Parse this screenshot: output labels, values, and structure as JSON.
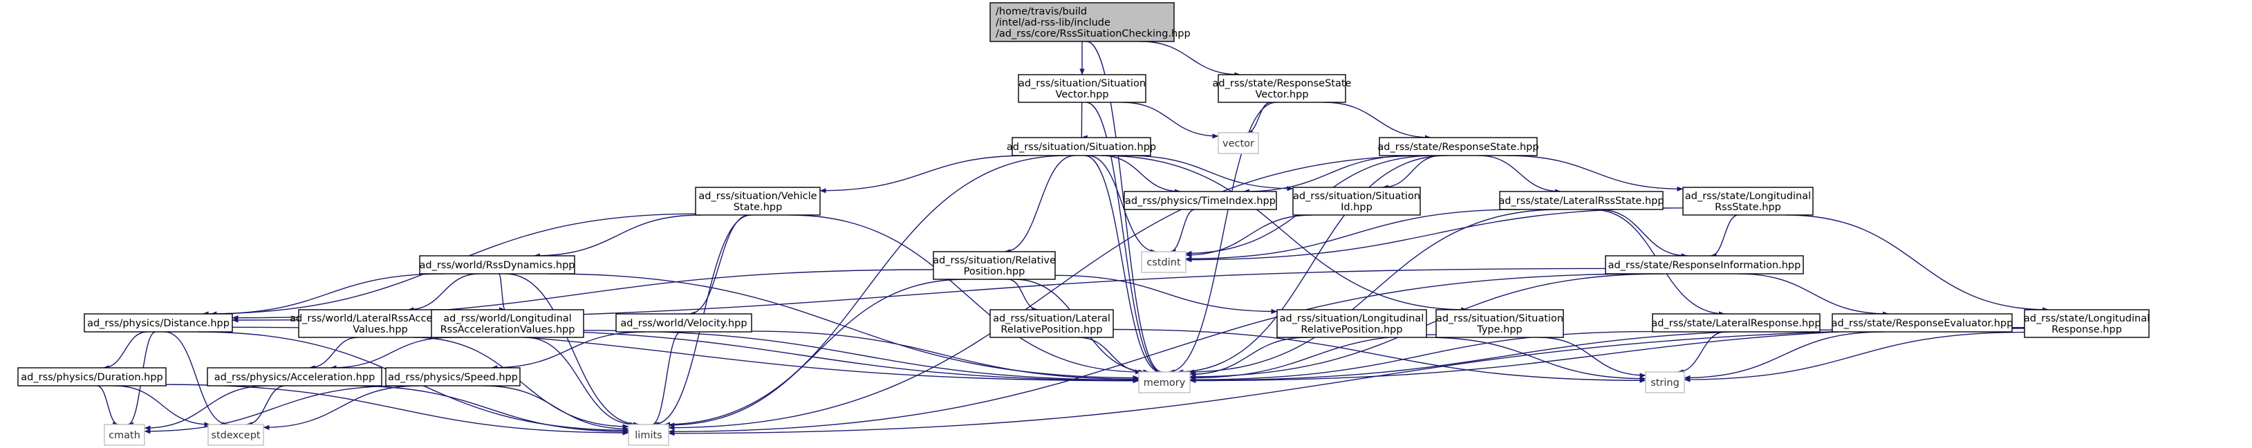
{
  "graph": {
    "nodes": [
      {
        "id": "root",
        "lines": [
          "/home/travis/build",
          "/intel/ad-rss-lib/include",
          "/ad_rss/core/RssSituationChecking.hpp"
        ],
        "kind": "root"
      },
      {
        "id": "sitvec",
        "lines": [
          "ad_rss/situation/Situation",
          "Vector.hpp"
        ],
        "kind": "header"
      },
      {
        "id": "rsvec",
        "lines": [
          "ad_rss/state/ResponseState",
          "Vector.hpp"
        ],
        "kind": "header"
      },
      {
        "id": "vector",
        "lines": [
          "vector"
        ],
        "kind": "system"
      },
      {
        "id": "situation",
        "lines": [
          "ad_rss/situation/Situation.hpp"
        ],
        "kind": "header"
      },
      {
        "id": "respstate",
        "lines": [
          "ad_rss/state/ResponseState.hpp"
        ],
        "kind": "header"
      },
      {
        "id": "vehstate",
        "lines": [
          "ad_rss/situation/Vehicle",
          "State.hpp"
        ],
        "kind": "header"
      },
      {
        "id": "timeindex",
        "lines": [
          "ad_rss/physics/TimeIndex.hpp"
        ],
        "kind": "header"
      },
      {
        "id": "sitid",
        "lines": [
          "ad_rss/situation/Situation",
          "Id.hpp"
        ],
        "kind": "header"
      },
      {
        "id": "latrss",
        "lines": [
          "ad_rss/state/LateralRssState.hpp"
        ],
        "kind": "header"
      },
      {
        "id": "longrss",
        "lines": [
          "ad_rss/state/Longitudinal",
          "RssState.hpp"
        ],
        "kind": "header"
      },
      {
        "id": "cstdint",
        "lines": [
          "cstdint"
        ],
        "kind": "system"
      },
      {
        "id": "rssdyn",
        "lines": [
          "ad_rss/world/RssDynamics.hpp"
        ],
        "kind": "header"
      },
      {
        "id": "relpos",
        "lines": [
          "ad_rss/situation/Relative",
          "Position.hpp"
        ],
        "kind": "header"
      },
      {
        "id": "respinfo",
        "lines": [
          "ad_rss/state/ResponseInformation.hpp"
        ],
        "kind": "header"
      },
      {
        "id": "distance",
        "lines": [
          "ad_rss/physics/Distance.hpp"
        ],
        "kind": "header"
      },
      {
        "id": "latacc",
        "lines": [
          "ad_rss/world/LateralRssAcceleration",
          "Values.hpp"
        ],
        "kind": "header"
      },
      {
        "id": "longacc",
        "lines": [
          "ad_rss/world/Longitudinal",
          "RssAccelerationValues.hpp"
        ],
        "kind": "header"
      },
      {
        "id": "velocity",
        "lines": [
          "ad_rss/world/Velocity.hpp"
        ],
        "kind": "header"
      },
      {
        "id": "latrelpos",
        "lines": [
          "ad_rss/situation/Lateral",
          "RelativePosition.hpp"
        ],
        "kind": "header"
      },
      {
        "id": "longrelpos",
        "lines": [
          "ad_rss/situation/Longitudinal",
          "RelativePosition.hpp"
        ],
        "kind": "header"
      },
      {
        "id": "sittype",
        "lines": [
          "ad_rss/situation/Situation",
          "Type.hpp"
        ],
        "kind": "header"
      },
      {
        "id": "latresp",
        "lines": [
          "ad_rss/state/LateralResponse.hpp"
        ],
        "kind": "header"
      },
      {
        "id": "respeval",
        "lines": [
          "ad_rss/state/ResponseEvaluator.hpp"
        ],
        "kind": "header"
      },
      {
        "id": "longresp",
        "lines": [
          "ad_rss/state/Longitudinal",
          "Response.hpp"
        ],
        "kind": "header"
      },
      {
        "id": "duration",
        "lines": [
          "ad_rss/physics/Duration.hpp"
        ],
        "kind": "header"
      },
      {
        "id": "accel",
        "lines": [
          "ad_rss/physics/Acceleration.hpp"
        ],
        "kind": "header"
      },
      {
        "id": "speed",
        "lines": [
          "ad_rss/physics/Speed.hpp"
        ],
        "kind": "header"
      },
      {
        "id": "memory",
        "lines": [
          "memory"
        ],
        "kind": "system"
      },
      {
        "id": "string",
        "lines": [
          "string"
        ],
        "kind": "system"
      },
      {
        "id": "cmath",
        "lines": [
          "cmath"
        ],
        "kind": "system"
      },
      {
        "id": "stdexcept",
        "lines": [
          "stdexcept"
        ],
        "kind": "system"
      },
      {
        "id": "limits",
        "lines": [
          "limits"
        ],
        "kind": "system"
      }
    ],
    "edges": [
      [
        "root",
        "sitvec"
      ],
      [
        "root",
        "rsvec"
      ],
      [
        "root",
        "memory"
      ],
      [
        "sitvec",
        "situation"
      ],
      [
        "sitvec",
        "vector"
      ],
      [
        "sitvec",
        "memory"
      ],
      [
        "rsvec",
        "respstate"
      ],
      [
        "rsvec",
        "vector"
      ],
      [
        "rsvec",
        "memory"
      ],
      [
        "situation",
        "vehstate"
      ],
      [
        "situation",
        "timeindex"
      ],
      [
        "situation",
        "sitid"
      ],
      [
        "situation",
        "relpos"
      ],
      [
        "situation",
        "sittype"
      ],
      [
        "situation",
        "cstdint"
      ],
      [
        "situation",
        "memory"
      ],
      [
        "situation",
        "limits"
      ],
      [
        "respstate",
        "timeindex"
      ],
      [
        "respstate",
        "sitid"
      ],
      [
        "respstate",
        "latrss"
      ],
      [
        "respstate",
        "longrss"
      ],
      [
        "respstate",
        "cstdint"
      ],
      [
        "respstate",
        "memory"
      ],
      [
        "respstate",
        "limits"
      ],
      [
        "vehstate",
        "rssdyn"
      ],
      [
        "vehstate",
        "velocity"
      ],
      [
        "vehstate",
        "distance"
      ],
      [
        "vehstate",
        "memory"
      ],
      [
        "vehstate",
        "limits"
      ],
      [
        "timeindex",
        "cstdint"
      ],
      [
        "sitid",
        "cstdint"
      ],
      [
        "latrss",
        "respinfo"
      ],
      [
        "latrss",
        "latresp"
      ],
      [
        "latrss",
        "cstdint"
      ],
      [
        "latrss",
        "memory"
      ],
      [
        "longrss",
        "respinfo"
      ],
      [
        "longrss",
        "longresp"
      ],
      [
        "longrss",
        "cstdint"
      ],
      [
        "rssdyn",
        "distance"
      ],
      [
        "rssdyn",
        "latacc"
      ],
      [
        "rssdyn",
        "longacc"
      ],
      [
        "rssdyn",
        "memory"
      ],
      [
        "rssdyn",
        "limits"
      ],
      [
        "relpos",
        "latrelpos"
      ],
      [
        "relpos",
        "longrelpos"
      ],
      [
        "relpos",
        "distance"
      ],
      [
        "relpos",
        "memory"
      ],
      [
        "relpos",
        "limits"
      ],
      [
        "respinfo",
        "distance"
      ],
      [
        "respinfo",
        "respeval"
      ],
      [
        "respinfo",
        "memory"
      ],
      [
        "respinfo",
        "limits"
      ],
      [
        "distance",
        "duration"
      ],
      [
        "distance",
        "cmath"
      ],
      [
        "distance",
        "stdexcept"
      ],
      [
        "distance",
        "memory"
      ],
      [
        "distance",
        "limits"
      ],
      [
        "latacc",
        "accel"
      ],
      [
        "latacc",
        "memory"
      ],
      [
        "latacc",
        "limits"
      ],
      [
        "longacc",
        "accel"
      ],
      [
        "longacc",
        "memory"
      ],
      [
        "longacc",
        "limits"
      ],
      [
        "velocity",
        "speed"
      ],
      [
        "velocity",
        "memory"
      ],
      [
        "velocity",
        "limits"
      ],
      [
        "latrelpos",
        "memory"
      ],
      [
        "latrelpos",
        "string"
      ],
      [
        "longrelpos",
        "memory"
      ],
      [
        "longrelpos",
        "string"
      ],
      [
        "sittype",
        "memory"
      ],
      [
        "sittype",
        "string"
      ],
      [
        "latresp",
        "memory"
      ],
      [
        "latresp",
        "string"
      ],
      [
        "respeval",
        "memory"
      ],
      [
        "respeval",
        "string"
      ],
      [
        "longresp",
        "memory"
      ],
      [
        "longresp",
        "string"
      ],
      [
        "longresp",
        "limits"
      ],
      [
        "duration",
        "cmath"
      ],
      [
        "duration",
        "stdexcept"
      ],
      [
        "duration",
        "limits"
      ],
      [
        "accel",
        "cmath"
      ],
      [
        "accel",
        "stdexcept"
      ],
      [
        "accel",
        "limits"
      ],
      [
        "speed",
        "cmath"
      ],
      [
        "speed",
        "stdexcept"
      ],
      [
        "speed",
        "limits"
      ]
    ]
  }
}
